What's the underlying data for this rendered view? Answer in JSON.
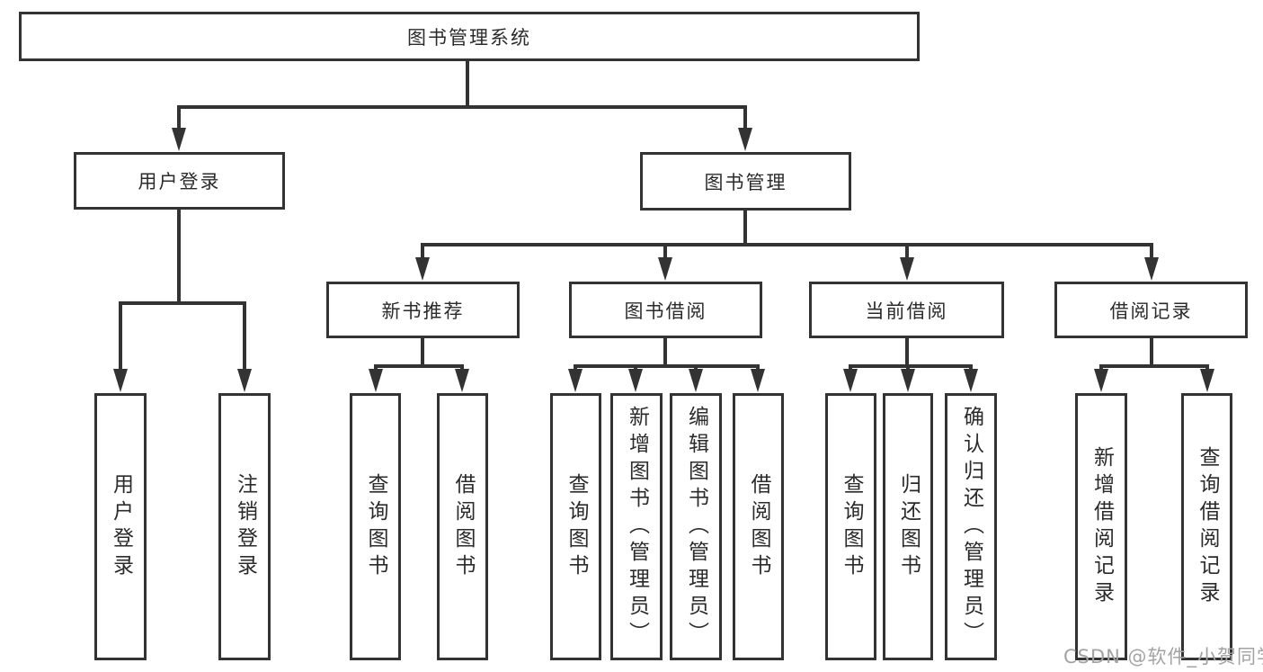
{
  "diagram": {
    "type": "hierarchy-functional-structure",
    "colors": {
      "line": "#333333",
      "box_border": "#333333",
      "box_fill": "#ffffff",
      "text": "#2b2b2b",
      "watermark": "#a3a3a3",
      "background": "#ffffff"
    },
    "tree": {
      "root": {
        "label": "图书管理系统"
      },
      "branches": [
        {
          "label": "用户登录",
          "children": [
            {
              "label": "用户登录"
            },
            {
              "label": "注销登录"
            }
          ]
        },
        {
          "label": "图书管理",
          "children": [
            {
              "label": "新书推荐",
              "children": [
                {
                  "label": "查询图书"
                },
                {
                  "label": "借阅图书"
                }
              ]
            },
            {
              "label": "图书借阅",
              "children": [
                {
                  "label": "查询图书"
                },
                {
                  "label": "新增图书（管理员）"
                },
                {
                  "label": "编辑图书（管理员）"
                },
                {
                  "label": "借阅图书"
                }
              ]
            },
            {
              "label": "当前借阅",
              "children": [
                {
                  "label": "查询图书"
                },
                {
                  "label": "归还图书"
                },
                {
                  "label": "确认归还（管理员）"
                }
              ]
            },
            {
              "label": "借阅记录",
              "children": [
                {
                  "label": "新增借阅记录"
                },
                {
                  "label": "查询借阅记录"
                }
              ]
            }
          ]
        }
      ]
    },
    "watermark": {
      "text": "CSDN @软件_小贺同学"
    }
  }
}
